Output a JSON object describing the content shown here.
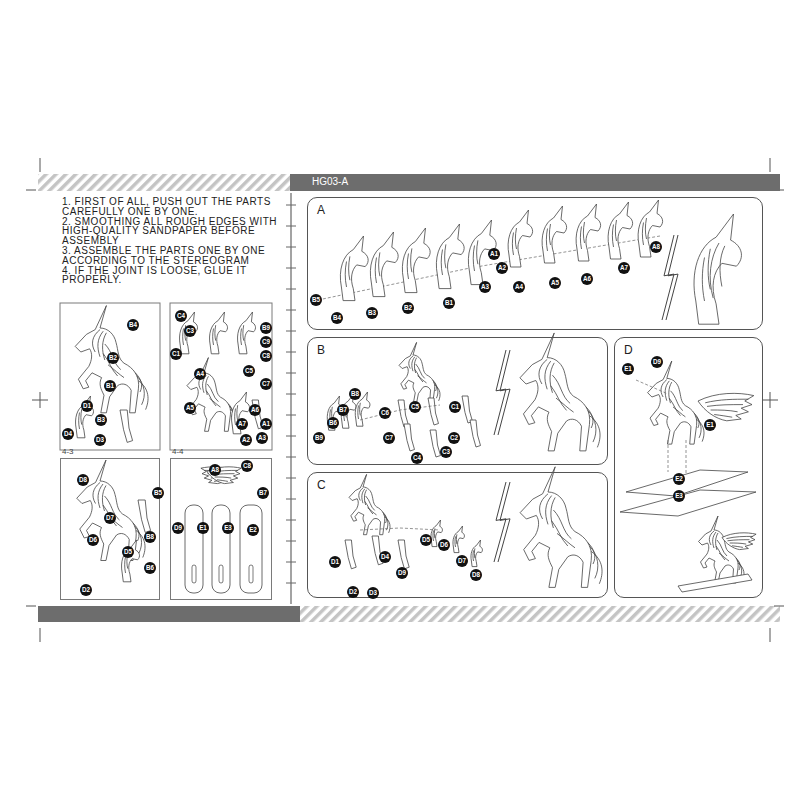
{
  "diagram": {
    "nodes": [
      {
        "text": [
          "HG03-A"
        ]
      },
      {
        "text": [
          "A"
        ]
      },
      {
        "text": [
          "B"
        ]
      },
      {
        "text": [
          "C"
        ]
      },
      {
        "text": [
          "D"
        ]
      },
      {
        "text": [
          "4-3"
        ]
      },
      {
        "text": [
          "4-4"
        ]
      }
    ],
    "labels": [
      "1. FIRST OF ALL, PUSH OUT THE PARTS CAREFULLY ONE BY ONE.",
      "2. SMOOTHING ALL ROUGH EDGES WITH HIGH-QUALITY SANDPAPER BEFORE ASSEMBLY",
      "3. ASSEMBLE THE PARTS ONE BY ONE ACCORDING TO THE STEREOGRAM",
      "4. IF THE JOINT IS LOOSE, GLUE IT PROPERLY.",
      "B4",
      "B2",
      "B1",
      "D1",
      "B3",
      "D4",
      "D3",
      "C4",
      "C3",
      "B9",
      "C9",
      "C8",
      "C1",
      "A4",
      "C5",
      "C7",
      "A5",
      "A7",
      "A6",
      "A2",
      "A1",
      "A3",
      "D8",
      "B5",
      "D7",
      "D6",
      "B8",
      "D5",
      "B6",
      "D2",
      "A8",
      "C8",
      "B7",
      "D9",
      "E1",
      "E3",
      "E2",
      "B5",
      "B4",
      "B3",
      "B2",
      "B1",
      "A1",
      "A2",
      "A3",
      "A4",
      "A5",
      "A6",
      "A7",
      "A8",
      "B8",
      "B7",
      "B6",
      "B9",
      "C6",
      "C5",
      "C1",
      "C7",
      "C2",
      "C3",
      "C4",
      "D1",
      "D4",
      "D5",
      "D6",
      "D7",
      "D8",
      "D9",
      "D2",
      "D3",
      "E1",
      "D9",
      "E1",
      "E2",
      "E3"
    ]
  }
}
